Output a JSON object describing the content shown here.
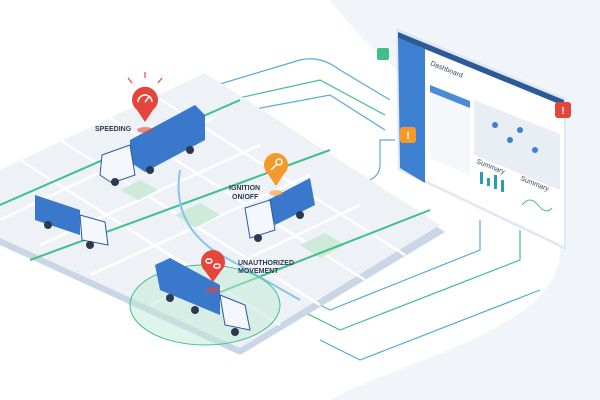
{
  "alerts": {
    "speeding": {
      "label": "SPEEDING",
      "icon": "speedometer-icon",
      "color": "#e5463b"
    },
    "ignition": {
      "label_line1": "IGNITION",
      "label_line2": "ON/OFF",
      "icon": "key-icon",
      "color": "#f39a2b"
    },
    "unauthorized": {
      "label_line1": "UNAUTHORIZED",
      "label_line2": "MOVEMENT",
      "icon": "broken-link-icon",
      "color": "#e5463b"
    }
  },
  "dashboard": {
    "title": "Dashboard",
    "summary_1": "Summary",
    "summary_2": "Summary",
    "sidebar_color": "#3d7fd0"
  },
  "colors": {
    "truck": "#3a78cc",
    "route": "#3fc08a",
    "map": "#eef2f7",
    "park": "#cdebd8"
  }
}
